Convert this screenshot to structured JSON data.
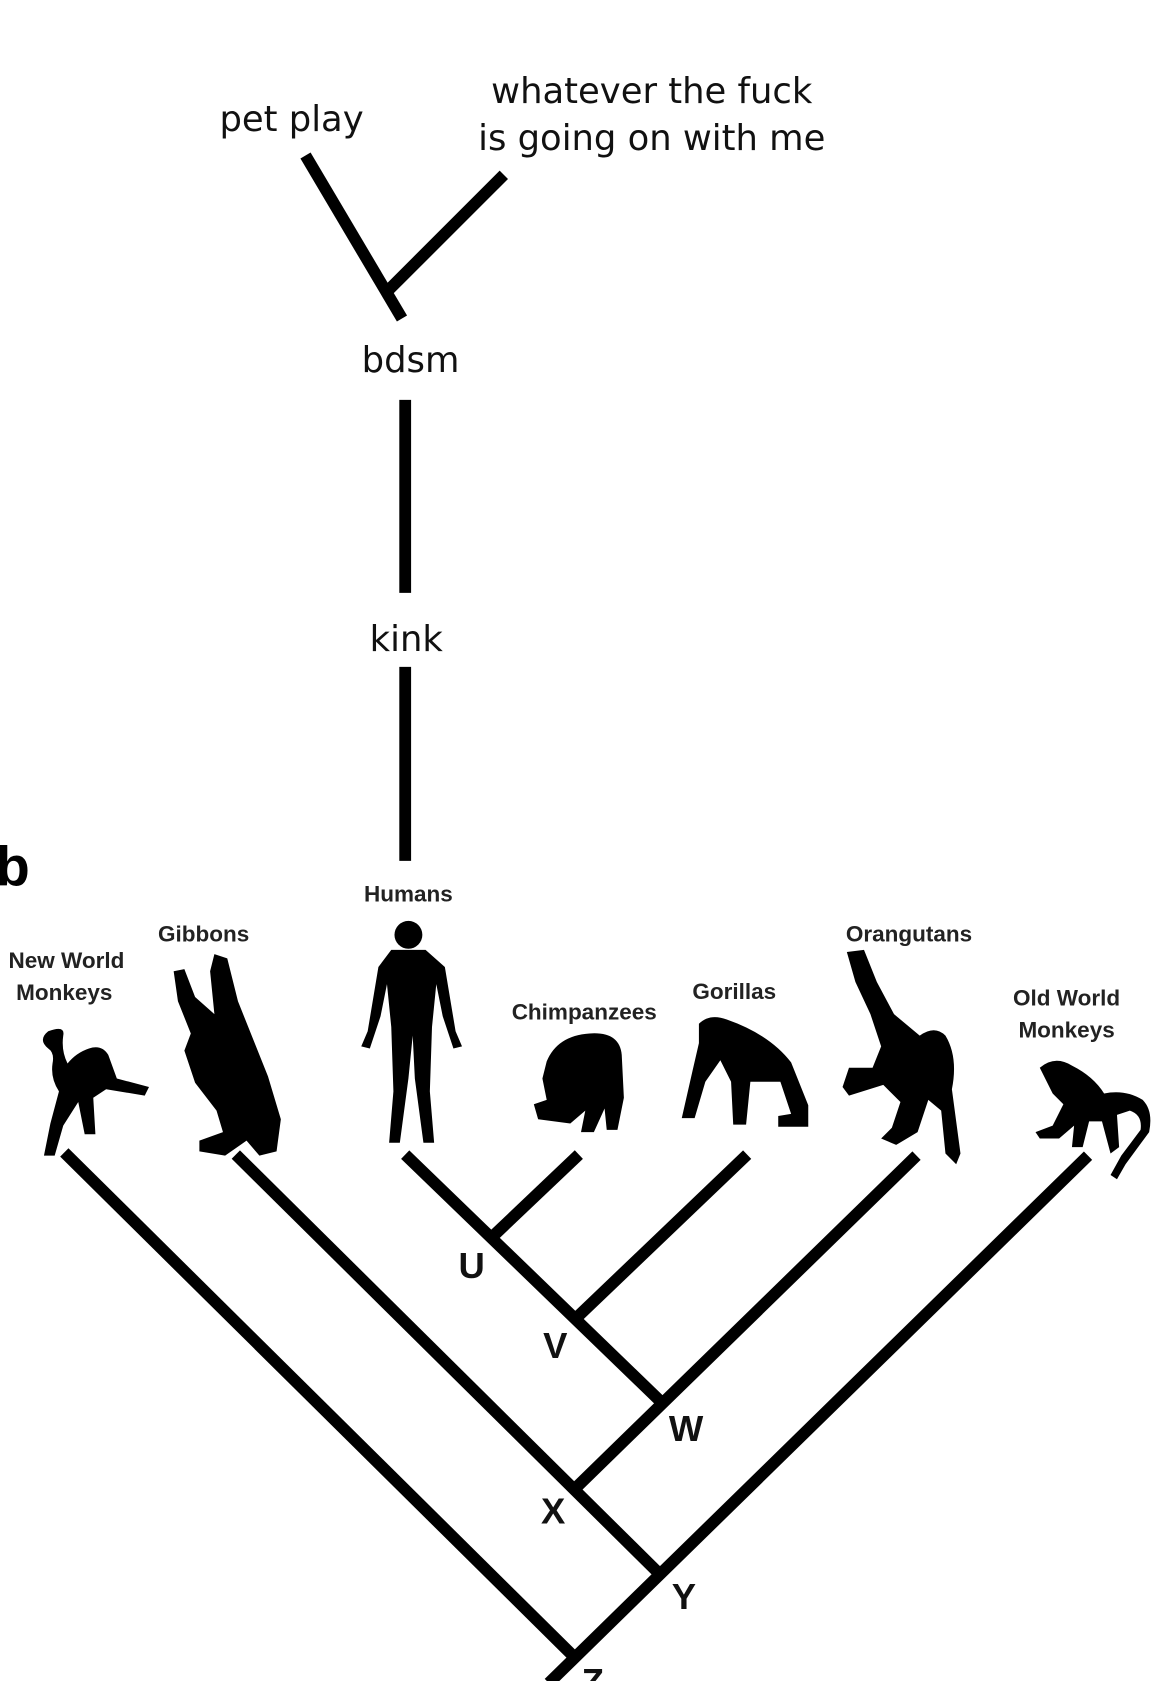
{
  "meme_branches": {
    "pet_play": "pet play",
    "whatever_line1": "whatever the fuck",
    "whatever_line2": "is going on with me",
    "bdsm": "bdsm",
    "kink": "kink"
  },
  "panel_label": "b",
  "species": {
    "new_world_1": "New World",
    "new_world_2": "Monkeys",
    "gibbons": "Gibbons",
    "humans": "Humans",
    "chimpanzees": "Chimpanzees",
    "gorillas": "Gorillas",
    "orangutans": "Orangutans",
    "old_world_1": "Old World",
    "old_world_2": "Monkeys"
  },
  "nodes": {
    "u": "U",
    "v": "V",
    "w": "W",
    "x": "X",
    "y": "Y",
    "z": "Z"
  },
  "colors": {
    "line": "#000000",
    "background": "#ffffff"
  }
}
